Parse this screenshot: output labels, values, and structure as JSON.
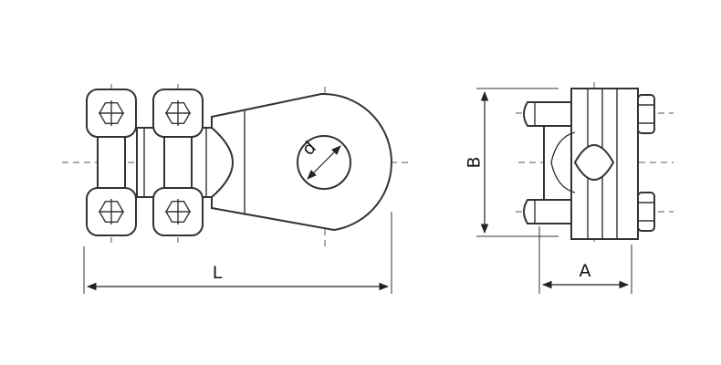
{
  "dimensions": {
    "length_label": "L",
    "height_label": "B",
    "width_label": "A",
    "diameter_label": "d"
  },
  "colors": {
    "stroke": "#333333",
    "background": "#ffffff"
  }
}
